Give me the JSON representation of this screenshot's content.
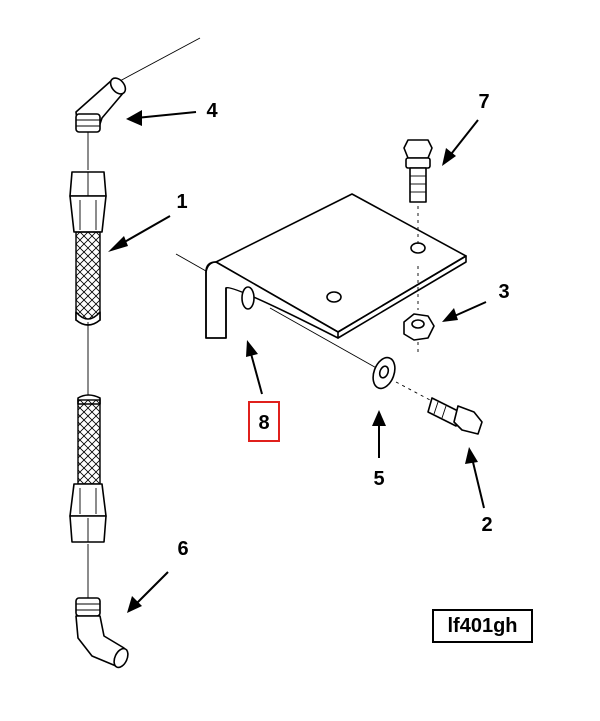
{
  "callouts": {
    "c1": "1",
    "c2": "2",
    "c3": "3",
    "c4": "4",
    "c5": "5",
    "c6": "6",
    "c7": "7",
    "c8": "8"
  },
  "figure_id": "lf401gh",
  "highlight_color": "#e0201c",
  "line_color": "#000000"
}
